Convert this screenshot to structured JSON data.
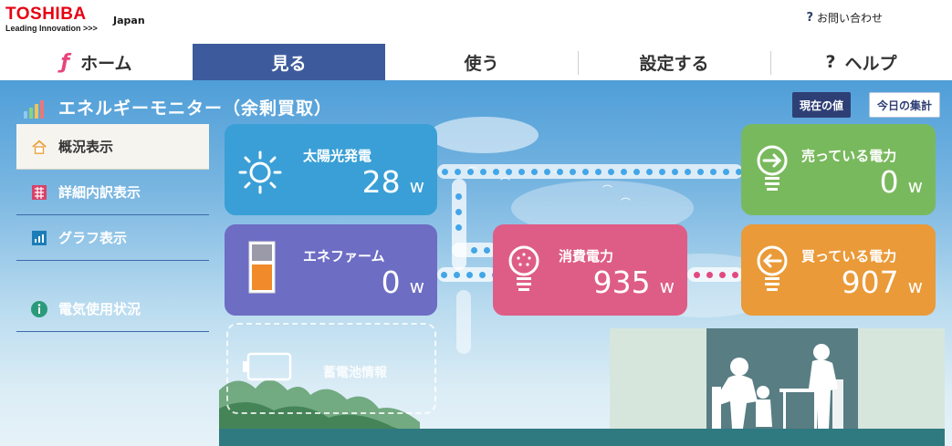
{
  "header": {
    "logo_main": "TOSHIBA",
    "logo_sub": "Leading Innovation >>>",
    "region": "Japan",
    "contact": "お問い合わせ"
  },
  "nav": {
    "home": "ホーム",
    "view": "見る",
    "use": "使う",
    "settings": "設定する",
    "help": "ヘルプ",
    "active": "見る"
  },
  "page": {
    "title": "エネルギーモニター（余剰買取）",
    "btn_now": "現在の値",
    "btn_today": "今日の集計"
  },
  "sidebar": {
    "items": [
      {
        "label": "概況表示",
        "icon": "house-icon",
        "active": true
      },
      {
        "label": "詳細内訳表示",
        "icon": "grid-icon",
        "active": false
      },
      {
        "label": "グラフ表示",
        "icon": "chart-icon",
        "active": false
      },
      {
        "label": "電気使用状況",
        "icon": "info-icon",
        "active": false
      }
    ]
  },
  "cards": {
    "solar": {
      "label": "太陽光発電",
      "value": "28",
      "unit": "w",
      "icon": "sun-icon"
    },
    "enefarm": {
      "label": "エネファーム",
      "value": "0",
      "unit": "w",
      "icon": "fuel-cell-icon"
    },
    "consumption": {
      "label": "消費電力",
      "value": "935",
      "unit": "w",
      "icon": "bulb-icon"
    },
    "selling": {
      "label": "売っている電力",
      "value": "0",
      "unit": "w",
      "icon": "sell-arrow-icon"
    },
    "buying": {
      "label": "買っている電力",
      "value": "907",
      "unit": "w",
      "icon": "buy-arrow-icon"
    },
    "battery": {
      "label": "蓄電池情報",
      "icon": "battery-icon"
    }
  },
  "colors": {
    "nav_active": "#3d5b9c",
    "solar": "#3a9fd6",
    "enefarm": "#6d6dc4",
    "consumption": "#de5d87",
    "selling": "#79b95d",
    "buying": "#ea9a38"
  }
}
